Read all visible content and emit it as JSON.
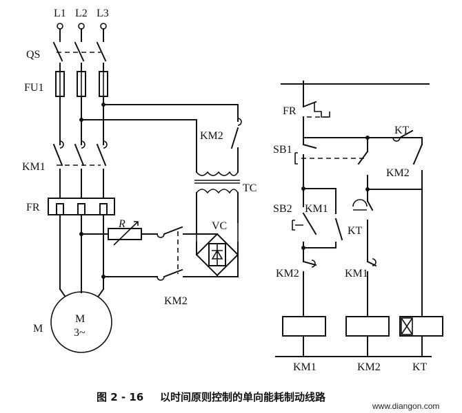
{
  "labels": {
    "L1": "L1",
    "L2": "L2",
    "L3": "L3",
    "QS": "QS",
    "FU1": "FU1",
    "KM1": "KM1",
    "FR": "FR",
    "R": "R",
    "VC": "VC",
    "TC": "TC",
    "M": "M",
    "motor_line1": "M",
    "motor_line2": "3~",
    "KM2_transformer": "KM2",
    "KM2_rectifier": "KM2",
    "ctl_FR": "FR",
    "ctl_SB1": "SB1",
    "ctl_SB2": "SB2",
    "ctl_KM1_contact": "KM1",
    "ctl_KT_contact": "KT",
    "ctl_KT_timer": "KT",
    "ctl_KM2_seal": "KM2",
    "ctl_KM2_interlock": "KM2",
    "ctl_KM1_interlock": "KM1",
    "coil_KM1": "KM1",
    "coil_KM2": "KM2",
    "coil_KT": "KT"
  },
  "caption": {
    "number": "图 2 - 16",
    "text": "以时间原则控制的单向能耗制动线路"
  },
  "watermark": "www.diangon.com"
}
